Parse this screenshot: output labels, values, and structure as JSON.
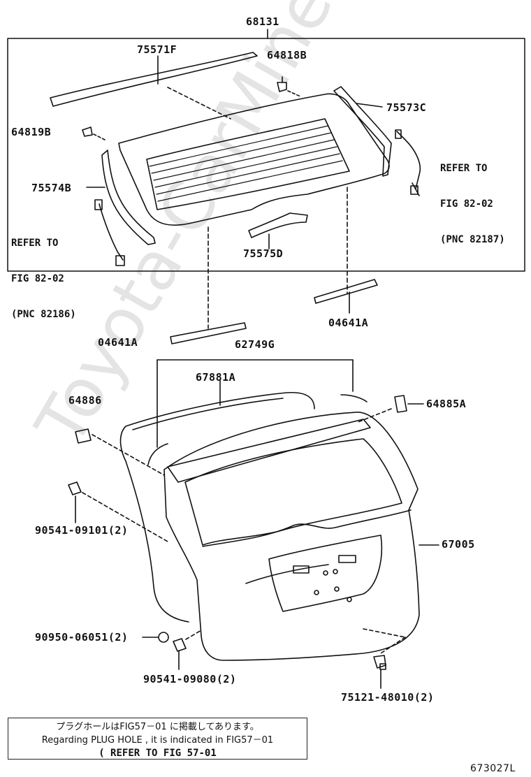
{
  "watermark": "Toyota-CarMine.ru",
  "labels": {
    "top_assembly": "68131",
    "weatherstrip_top": "75571F",
    "clip_upper_right": "64818B",
    "clip_left": "64819B",
    "molding_right": "75573C",
    "molding_left": "75574B",
    "molding_lower": "75575D",
    "dam_right": "04641A",
    "dam_left": "04641A",
    "weatherstrip_set": "62749G",
    "weatherstrip_door": "67881A",
    "hinge_left": "64886",
    "stopper_right": "64885A",
    "cushion_upper": "90541-09101(2)",
    "back_door": "67005",
    "plug": "90950-06051(2)",
    "cushion_lower": "90541-09080(2)",
    "license_lamp": "75121-48010(2)",
    "figure_id": "673027L"
  },
  "refer_left": [
    "REFER TO",
    "FIG 82-02",
    "(PNC 82186)"
  ],
  "refer_right": [
    "REFER TO",
    "FIG 82-02",
    "(PNC 82187)"
  ],
  "note": {
    "line1": "プラグホールはFIG57－01 に掲載してあります。",
    "line2": "Regarding  PLUG  HOLE  , it  is  indicated  in  FIG57－01",
    "line3": "(  REFER  TO  FIG  57-01"
  }
}
